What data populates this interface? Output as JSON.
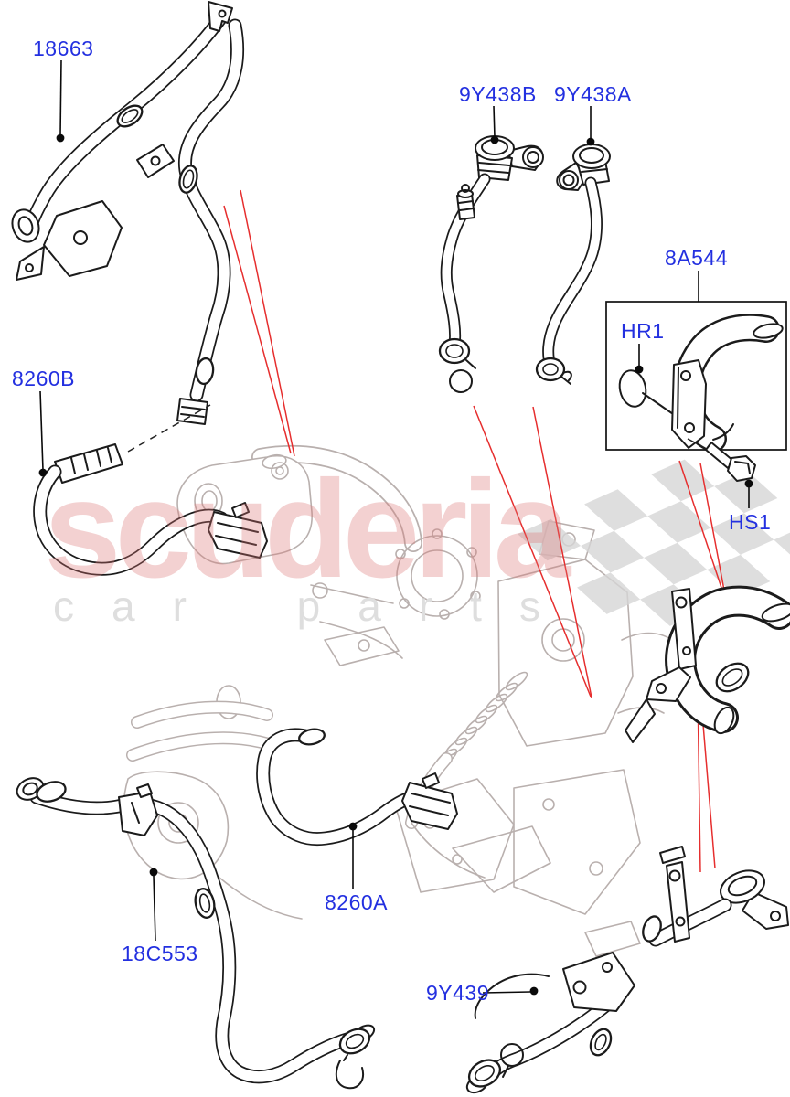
{
  "diagram": {
    "kind": "vehicle-parts-diagram",
    "part_labels": [
      {
        "part_no": "18663"
      },
      {
        "part_no": "9Y438B"
      },
      {
        "part_no": "9Y438A"
      },
      {
        "part_no": "8A544"
      },
      {
        "part_no": "HR1"
      },
      {
        "part_no": "HS1"
      },
      {
        "part_no": "8260B"
      },
      {
        "part_no": "8260A"
      },
      {
        "part_no": "18C553"
      },
      {
        "part_no": "9Y439"
      }
    ]
  },
  "watermark": {
    "brand": "scuderia",
    "subtext": "car parts"
  },
  "colors": {
    "label": "#2330e0",
    "callout": "#e62e2e",
    "leader": "#0a0a0a",
    "engine": "#b9b0ae",
    "brand": "#dd7777",
    "sub": "#dedede",
    "flag": "#d6d6d6"
  }
}
